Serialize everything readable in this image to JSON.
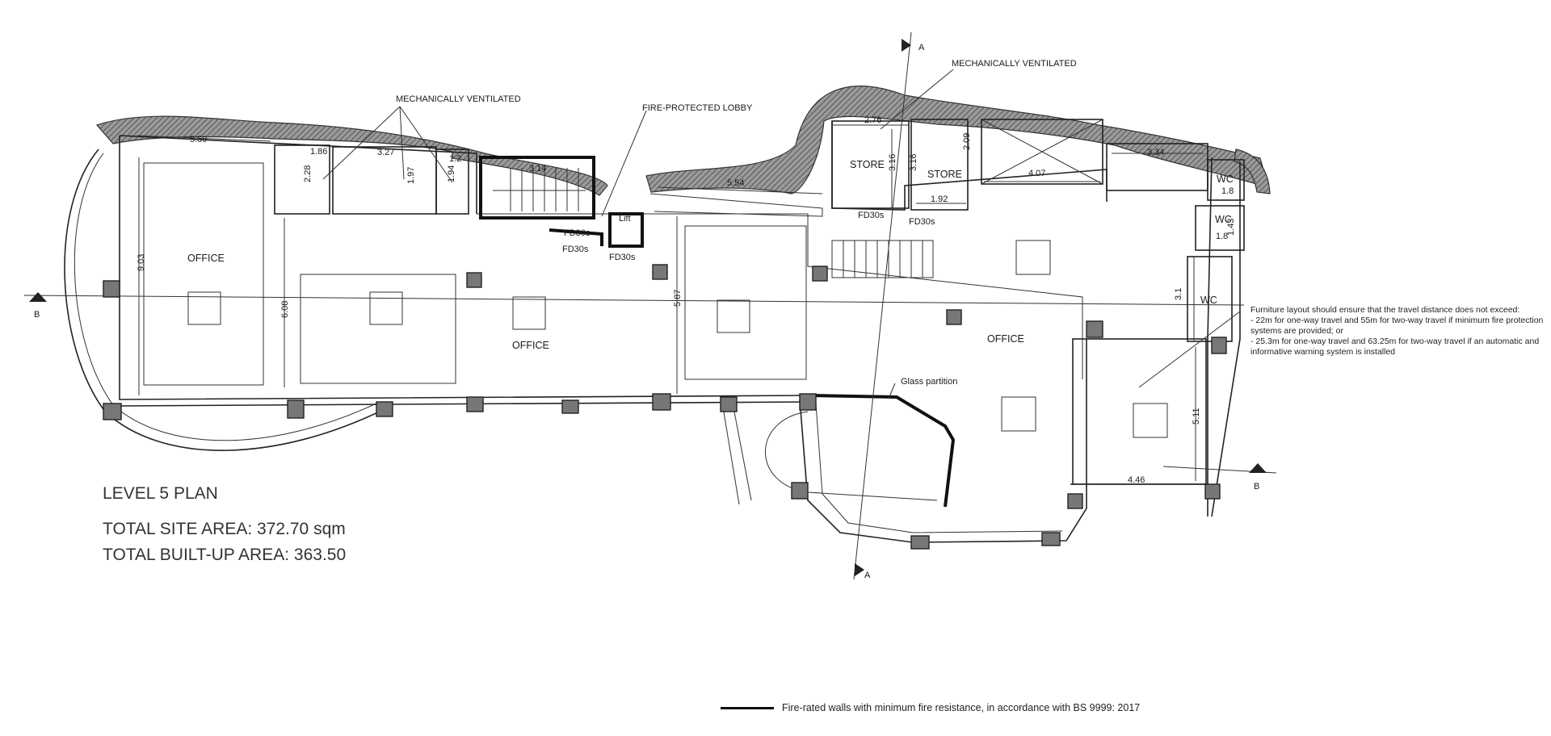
{
  "drawing": {
    "title": "LEVEL 5 PLAN",
    "site_area": "TOTAL SITE AREA: 372.70 sqm",
    "built_up_area": "TOTAL BUILT-UP AREA: 363.50"
  },
  "labels": {
    "mech_vent_left": "MECHANICALLY VENTILATED",
    "mech_vent_right": "MECHANICALLY VENTILATED",
    "fire_lobby": "FIRE-PROTECTED LOBBY",
    "lift": "Lift",
    "glass_partition": "Glass partition",
    "section_a": "A",
    "section_b": "B"
  },
  "rooms": {
    "office_left": "OFFICE",
    "office_mid": "OFFICE",
    "office_right": "OFFICE",
    "store_1": "STORE",
    "store_2": "STORE",
    "wc_1": "WC",
    "wc_2": "WC",
    "wc_3": "WC"
  },
  "doors": {
    "fd1": "FD30s",
    "fd2": "FD30s",
    "fd3": "FD30s",
    "fd4": "FD30s",
    "fd5": "FD30s"
  },
  "dimensions": {
    "d_5_59": "5.59",
    "d_1_86": "1.86",
    "d_3_27": "3.27",
    "d_1_2": "1.2",
    "d_2_28": "2.28",
    "d_1_97": "1.97",
    "d_1_94": "1.94",
    "d_3_14": "3.14",
    "d_9_03": "9.03",
    "d_6_08": "6.08",
    "d_5_54": "5.54",
    "d_5_87": "5.87",
    "d_2_76": "2.76",
    "d_3_16a": "3.16",
    "d_3_16b": "3.16",
    "d_1_92": "1.92",
    "d_2_09": "2.09",
    "d_4_07": "4.07",
    "d_3_34": "3.34",
    "d_1_8a": "1.8",
    "d_1_8b": "1.8",
    "d_1_43": "1.43",
    "d_3_1": "3.1",
    "d_5_11": "5.11",
    "d_4_46": "4.46"
  },
  "notes": {
    "intro": "Furniture layout should ensure that the travel distance does not exceed:",
    "item1": "- 22m for one-way travel and 55m for two-way travel if minimum fire protection systems are provided; or",
    "item2": "- 25.3m for one-way travel and 63.25m for two-way travel if an automatic and informative warning system is installed"
  },
  "legend": {
    "fire_rated": "Fire-rated walls with minimum fire resistance, in accordance with BS 9999: 2017"
  }
}
